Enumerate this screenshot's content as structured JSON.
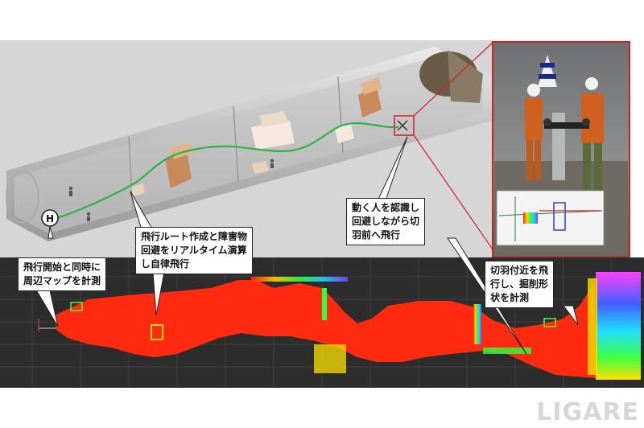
{
  "callouts": {
    "start": [
      "飛行開始と同時に",
      "周辺マップを計測"
    ],
    "route": [
      "飛行ルート作成と障害物",
      "回避をリアルタイム演算",
      "し自律飛行"
    ],
    "person": [
      "動く人を認識し",
      "回避しながら切",
      "羽前へ飛行"
    ],
    "face": [
      "切羽付近を飛",
      "行し、掘削形",
      "状を計測"
    ]
  },
  "helipad_symbol": "H",
  "watermark": "LIGARE",
  "colors": {
    "route_line": "#2eb24a",
    "highlight_red": "#d42020",
    "map_red": "#ff2a10",
    "map_background": "#2c2c2c",
    "tunnel_background": "#d6d6d6"
  },
  "icons": [
    "helipad-icon",
    "drone-icon",
    "person-icon"
  ]
}
